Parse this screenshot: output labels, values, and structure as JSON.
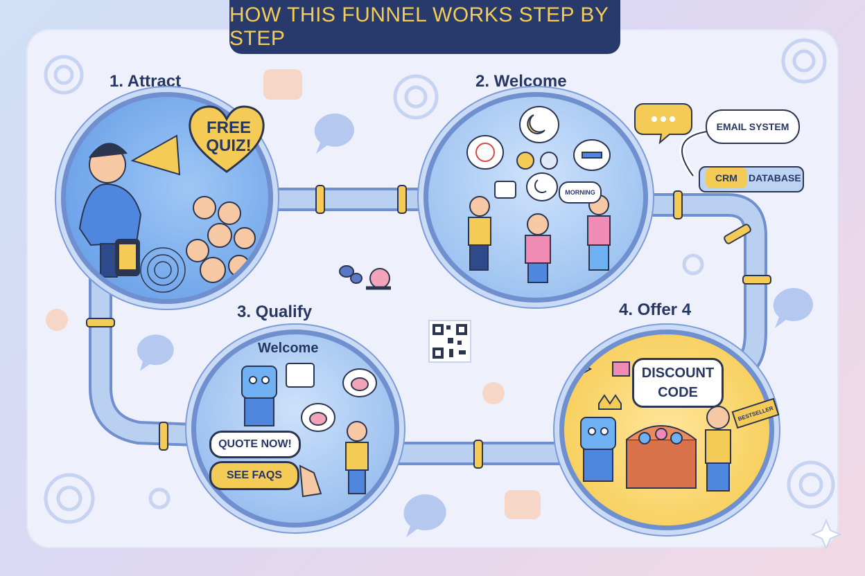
{
  "title": "HOW THIS FUNNEL WORKS STEP BY STEP",
  "steps": [
    {
      "label": "1. Attract",
      "badge": "FREE QUIZ!"
    },
    {
      "label": "2. Welcome",
      "speech": "MORNING"
    },
    {
      "label": "3. Qualify",
      "heading": "Welcome",
      "buttons": [
        "QUOTE NOW!",
        "SEE FAQS"
      ]
    },
    {
      "label": "4. Offer 4",
      "badge_line1": "DISCOUNT",
      "badge_line2": "CODE",
      "tag": "BESTSELLER"
    }
  ],
  "integration": {
    "email": "EMAIL SYSTEM",
    "crm": "CRM",
    "database": "DATABASE"
  },
  "colors": {
    "navy": "#283a6b",
    "gold": "#f3cd58",
    "pipe": "#b9d0f1",
    "pipe_outline": "#6f8fcf"
  }
}
